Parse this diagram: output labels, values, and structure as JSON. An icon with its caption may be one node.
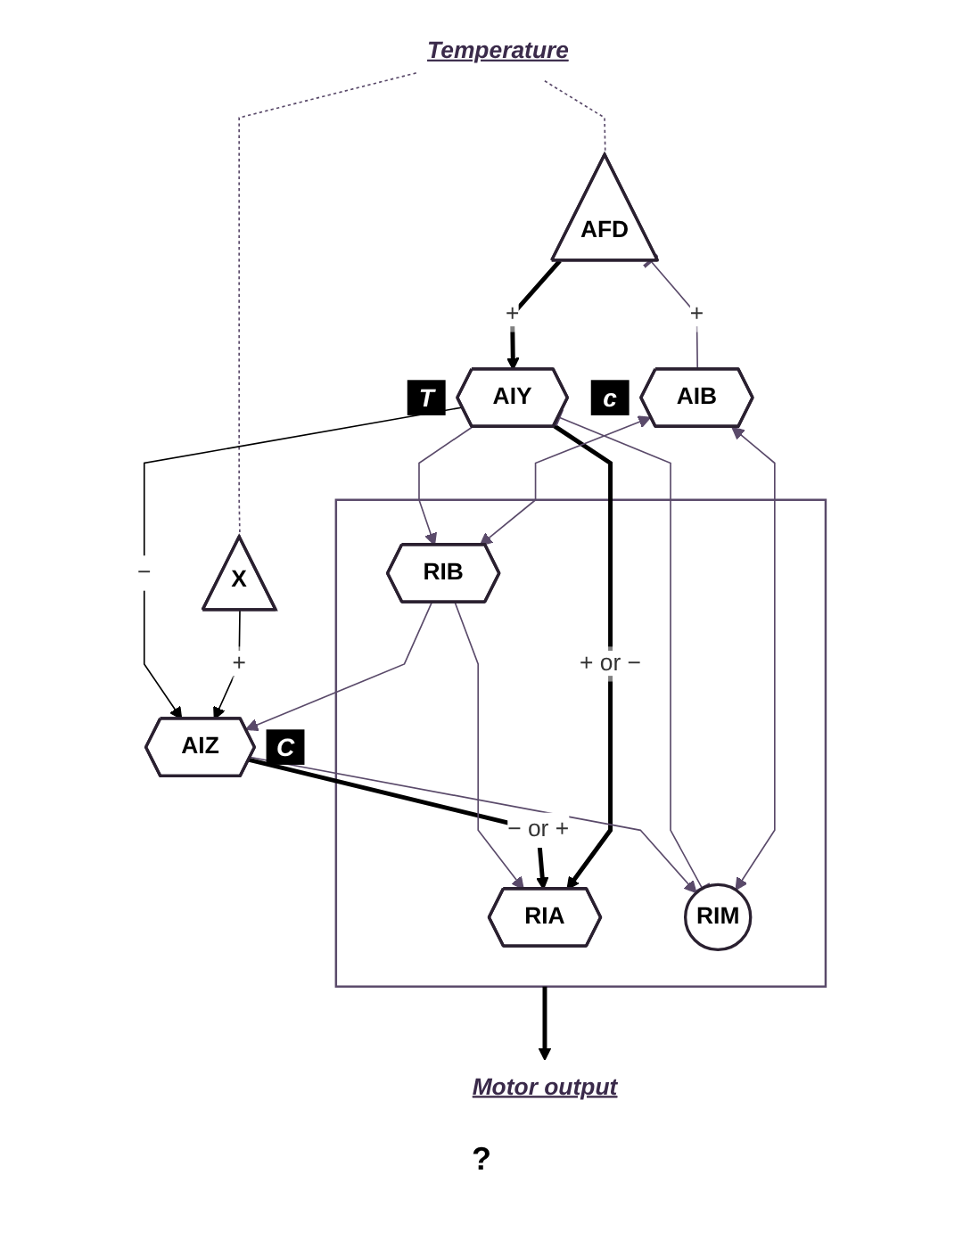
{
  "diagram": {
    "nodes": [
      {
        "text": [
          "Temperature"
        ]
      },
      {
        "text": [
          "AFD"
        ]
      },
      {
        "text": [
          "X"
        ]
      },
      {
        "text": [
          "AIB"
        ],
        "beside": [
          "c"
        ]
      },
      {
        "text": [
          "AIY"
        ],
        "beside": [
          "T"
        ]
      },
      {
        "text": [
          "AIZ"
        ],
        "beside": [
          "C"
        ]
      },
      {
        "text": [],
        "shape": "box"
      },
      {
        "text": [
          "RIA"
        ],
        "in": 6
      },
      {
        "text": [
          "RIB"
        ],
        "in": 6
      },
      {
        "text": [
          "RIM"
        ],
        "in": 6
      },
      {
        "text": [
          "Motor output"
        ]
      }
    ],
    "edges": [
      {
        "from": 0,
        "to": 1,
        "arrow": "none",
        "style": "dashed"
      },
      {
        "from": 0,
        "to": 2,
        "arrow": "none",
        "style": "dashed"
      },
      {
        "from": 1,
        "to": 3,
        "arrow": "other",
        "label": "+"
      },
      {
        "from": 1,
        "to": 4,
        "arrow": "to",
        "label": "+",
        "style": "thick",
        "color": "#000000"
      },
      {
        "from": 2,
        "to": 5,
        "arrow": "to",
        "label": "+",
        "color": "#000000"
      },
      {
        "from": 4,
        "to": 5,
        "arrow": "to",
        "label": "−",
        "color": "#000000"
      },
      {
        "from": 4,
        "to": 7,
        "arrow": "to",
        "label": "+ or −",
        "style": "thick",
        "color": "#000000"
      },
      {
        "from": 5,
        "to": 7,
        "arrow": "to",
        "label": "− or +",
        "style": "thick",
        "color": "#000000"
      },
      {
        "from": 3,
        "to": 8,
        "arrow": "both"
      },
      {
        "from": 3,
        "to": 9,
        "arrow": "both"
      },
      {
        "from": 4,
        "to": 8,
        "arrow": "to"
      },
      {
        "from": 4,
        "to": 9,
        "arrow": "other"
      },
      {
        "from": 8,
        "to": 5,
        "arrow": "to"
      },
      {
        "from": 5,
        "to": 9,
        "arrow": "to"
      },
      {
        "from": 8,
        "to": 7,
        "arrow": "to"
      },
      {
        "from": 6,
        "to": 10,
        "arrow": "to",
        "style": "thick",
        "color": "#000000"
      }
    ],
    "labels": [
      "?"
    ]
  }
}
